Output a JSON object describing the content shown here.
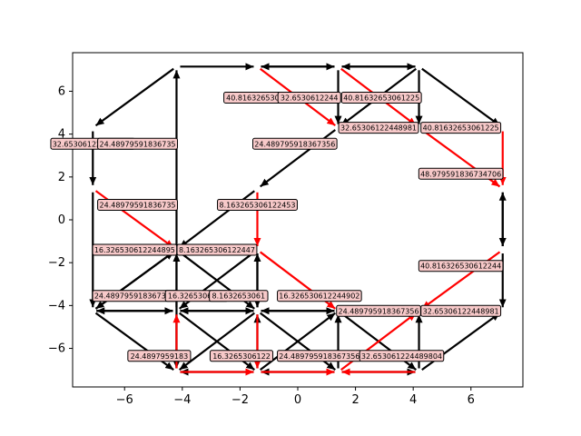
{
  "chart_data": {
    "type": "network-graph",
    "title": "",
    "xlabel": "",
    "ylabel": "",
    "xlim": [
      -7.8,
      7.8
    ],
    "ylim": [
      -7.8,
      7.8
    ],
    "xticks": [
      -6,
      -4,
      -2,
      0,
      2,
      4,
      6
    ],
    "yticks": [
      -6,
      -4,
      -2,
      0,
      2,
      4,
      6
    ],
    "colors": {
      "black_edge": "#000000",
      "red_edge": "#ff0000",
      "label_fill": "#f7c9c9"
    },
    "nodes": [
      {
        "id": "A",
        "x": -4.2,
        "y": 7.15
      },
      {
        "id": "B",
        "x": -1.4,
        "y": 7.15
      },
      {
        "id": "C",
        "x": 1.4,
        "y": 7.15
      },
      {
        "id": "D",
        "x": 4.2,
        "y": 7.15
      },
      {
        "id": "E",
        "x": -7.1,
        "y": 4.3
      },
      {
        "id": "F",
        "x": 1.4,
        "y": 4.3
      },
      {
        "id": "G",
        "x": 4.2,
        "y": 4.3
      },
      {
        "id": "H",
        "x": 7.1,
        "y": 4.3
      },
      {
        "id": "I",
        "x": -7.1,
        "y": 1.45
      },
      {
        "id": "J",
        "x": -1.4,
        "y": 1.45
      },
      {
        "id": "K",
        "x": 7.1,
        "y": 1.45
      },
      {
        "id": "L",
        "x": -4.2,
        "y": -1.4
      },
      {
        "id": "M",
        "x": -1.4,
        "y": -1.4
      },
      {
        "id": "N",
        "x": 7.1,
        "y": -1.4
      },
      {
        "id": "O",
        "x": -7.1,
        "y": -4.25
      },
      {
        "id": "P",
        "x": -4.2,
        "y": -4.25
      },
      {
        "id": "Q",
        "x": -1.4,
        "y": -4.25
      },
      {
        "id": "R",
        "x": 1.4,
        "y": -4.25
      },
      {
        "id": "S",
        "x": 4.2,
        "y": -4.25
      },
      {
        "id": "T",
        "x": 7.1,
        "y": -4.25
      },
      {
        "id": "U",
        "x": -4.2,
        "y": -7.1
      },
      {
        "id": "V",
        "x": -1.4,
        "y": -7.1
      },
      {
        "id": "W",
        "x": 1.4,
        "y": -7.1
      },
      {
        "id": "X",
        "x": 4.2,
        "y": -7.1
      }
    ],
    "edges": [
      {
        "from": "U",
        "to": "A",
        "color": "black"
      },
      {
        "from": "A",
        "to": "E",
        "color": "black"
      },
      {
        "from": "A",
        "to": "B",
        "color": "black"
      },
      {
        "from": "B",
        "to": "C",
        "color": "black"
      },
      {
        "from": "C",
        "to": "B",
        "color": "black"
      },
      {
        "from": "C",
        "to": "D",
        "color": "black"
      },
      {
        "from": "D",
        "to": "C",
        "color": "black"
      },
      {
        "from": "B",
        "to": "F",
        "color": "red"
      },
      {
        "from": "C",
        "to": "F",
        "color": "black"
      },
      {
        "from": "C",
        "to": "G",
        "color": "red"
      },
      {
        "from": "D",
        "to": "F",
        "color": "black"
      },
      {
        "from": "D",
        "to": "G",
        "color": "black"
      },
      {
        "from": "D",
        "to": "H",
        "color": "black"
      },
      {
        "from": "F",
        "to": "G",
        "color": "black"
      },
      {
        "from": "G",
        "to": "F",
        "color": "black"
      },
      {
        "from": "H",
        "to": "G",
        "color": "black"
      },
      {
        "from": "F",
        "to": "J",
        "color": "black"
      },
      {
        "from": "E",
        "to": "I",
        "color": "black"
      },
      {
        "from": "H",
        "to": "K",
        "color": "red"
      },
      {
        "from": "G",
        "to": "K",
        "color": "red"
      },
      {
        "from": "K",
        "to": "N",
        "color": "black"
      },
      {
        "from": "N",
        "to": "K",
        "color": "black"
      },
      {
        "from": "I",
        "to": "O",
        "color": "black"
      },
      {
        "from": "I",
        "to": "L",
        "color": "red"
      },
      {
        "from": "J",
        "to": "L",
        "color": "black"
      },
      {
        "from": "J",
        "to": "M",
        "color": "red"
      },
      {
        "from": "L",
        "to": "M",
        "color": "black"
      },
      {
        "from": "M",
        "to": "L",
        "color": "black"
      },
      {
        "from": "N",
        "to": "T",
        "color": "black"
      },
      {
        "from": "N",
        "to": "S",
        "color": "red"
      },
      {
        "from": "L",
        "to": "O",
        "color": "black"
      },
      {
        "from": "O",
        "to": "L",
        "color": "black"
      },
      {
        "from": "L",
        "to": "Q",
        "color": "black"
      },
      {
        "from": "M",
        "to": "P",
        "color": "black"
      },
      {
        "from": "M",
        "to": "Q",
        "color": "black"
      },
      {
        "from": "Q",
        "to": "M",
        "color": "black"
      },
      {
        "from": "M",
        "to": "R",
        "color": "red"
      },
      {
        "from": "P",
        "to": "L",
        "color": "black"
      },
      {
        "from": "O",
        "to": "P",
        "color": "black"
      },
      {
        "from": "P",
        "to": "O",
        "color": "black"
      },
      {
        "from": "P",
        "to": "Q",
        "color": "black"
      },
      {
        "from": "Q",
        "to": "P",
        "color": "black"
      },
      {
        "from": "Q",
        "to": "R",
        "color": "black"
      },
      {
        "from": "R",
        "to": "Q",
        "color": "black"
      },
      {
        "from": "R",
        "to": "S",
        "color": "red"
      },
      {
        "from": "S",
        "to": "R",
        "color": "black"
      },
      {
        "from": "S",
        "to": "T",
        "color": "black"
      },
      {
        "from": "O",
        "to": "U",
        "color": "black"
      },
      {
        "from": "P",
        "to": "U",
        "color": "black"
      },
      {
        "from": "U",
        "to": "P",
        "color": "red"
      },
      {
        "from": "P",
        "to": "V",
        "color": "black"
      },
      {
        "from": "Q",
        "to": "U",
        "color": "black"
      },
      {
        "from": "V",
        "to": "Q",
        "color": "black"
      },
      {
        "from": "Q",
        "to": "V",
        "color": "red"
      },
      {
        "from": "Q",
        "to": "W",
        "color": "black"
      },
      {
        "from": "V",
        "to": "R",
        "color": "black"
      },
      {
        "from": "W",
        "to": "R",
        "color": "black"
      },
      {
        "from": "R",
        "to": "X",
        "color": "black"
      },
      {
        "from": "X",
        "to": "S",
        "color": "black"
      },
      {
        "from": "W",
        "to": "S",
        "color": "red"
      },
      {
        "from": "X",
        "to": "T",
        "color": "black"
      },
      {
        "from": "U",
        "to": "V",
        "color": "red"
      },
      {
        "from": "V",
        "to": "U",
        "color": "black"
      },
      {
        "from": "V",
        "to": "W",
        "color": "red"
      },
      {
        "from": "W",
        "to": "V",
        "color": "black"
      },
      {
        "from": "W",
        "to": "X",
        "color": "black"
      },
      {
        "from": "X",
        "to": "W",
        "color": "red"
      }
    ],
    "edge_labels": [
      {
        "text": "40.81632653061",
        "x": -1.4,
        "y": 5.7
      },
      {
        "text": "32.6530612244",
        "x": 0.4,
        "y": 5.7
      },
      {
        "text": "40.81632653061225",
        "x": 2.9,
        "y": 5.7
      },
      {
        "text": "32.653061224489804",
        "x": -7.1,
        "y": 3.55
      },
      {
        "text": "24.48979591836735",
        "x": -5.55,
        "y": 3.55
      },
      {
        "text": "24.489795918367356",
        "x": -0.1,
        "y": 3.55
      },
      {
        "text": "32.65306122448981",
        "x": 2.8,
        "y": 4.3
      },
      {
        "text": "40.81632653061225",
        "x": 5.65,
        "y": 4.3
      },
      {
        "text": "48.979591836734706",
        "x": 5.65,
        "y": 2.15
      },
      {
        "text": "24.48979591836735",
        "x": -5.55,
        "y": 0.7
      },
      {
        "text": "8.163265306122453",
        "x": -1.4,
        "y": 0.7
      },
      {
        "text": "16.326530612244895",
        "x": -5.65,
        "y": -1.4
      },
      {
        "text": "8.163265306122447",
        "x": -2.8,
        "y": -1.4
      },
      {
        "text": "40.816326530612244",
        "x": 5.65,
        "y": -2.15
      },
      {
        "text": "24.489795918367342",
        "x": -5.65,
        "y": -3.55
      },
      {
        "text": "16.3265306122",
        "x": -3.5,
        "y": -3.55
      },
      {
        "text": "8.1632653061",
        "x": -2.05,
        "y": -3.55
      },
      {
        "text": "16.326530612244902",
        "x": 0.75,
        "y": -3.55
      },
      {
        "text": "24.489795918367356",
        "x": 2.8,
        "y": -4.25
      },
      {
        "text": "32.65306122448981",
        "x": 5.65,
        "y": -4.25
      },
      {
        "text": "24.4897959183",
        "x": -4.8,
        "y": -6.35
      },
      {
        "text": "16.3265306122",
        "x": -1.95,
        "y": -6.35
      },
      {
        "text": "24.489795918367356",
        "x": 0.75,
        "y": -6.35
      },
      {
        "text": "32.653061224489804",
        "x": 3.6,
        "y": -6.35
      }
    ]
  }
}
